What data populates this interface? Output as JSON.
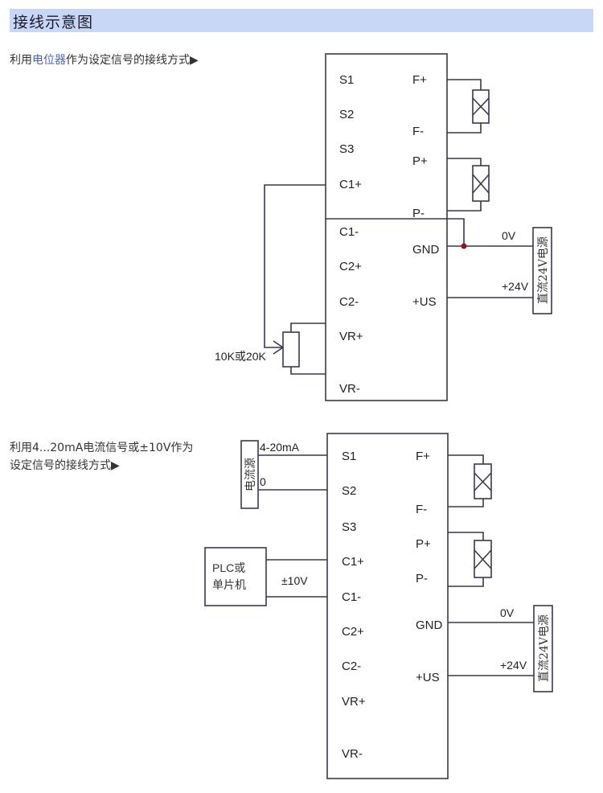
{
  "header": {
    "title": "接线示意图"
  },
  "colors": {
    "header_bg": "#c9d7f6",
    "accent_text": "#4a63b8",
    "junction": "#8b1a1a",
    "wire": "#3a3a4a"
  },
  "diagram1": {
    "description_prefix": "利用",
    "description_highlight": "电位器",
    "description_suffix": "作为设定信号的接线方式▶",
    "left_terminals": [
      "S1",
      "S2",
      "S3",
      "C1+",
      "C1-",
      "C2+",
      "C2-",
      "VR+",
      "VR-"
    ],
    "right_terminals": [
      "F+",
      "F-",
      "P+",
      "P-",
      "GND",
      "+US"
    ],
    "power_supply_label": "直流24V电源",
    "gnd_wire_label": "0V",
    "us_wire_label": "+24V",
    "potentiometer_label": "10K或20K"
  },
  "diagram2": {
    "description_line1": "利用4...20mA电流信号或±10V作为",
    "description_line2": "设定信号的接线方式▶",
    "left_terminals": [
      "S1",
      "S2",
      "S3",
      "C1+",
      "C1-",
      "C2+",
      "C2-",
      "VR+",
      "VR-"
    ],
    "right_terminals": [
      "F+",
      "F-",
      "P+",
      "P-",
      "GND",
      "+US"
    ],
    "current_source_label": "电流源",
    "s1_wire_label": "4-20mA",
    "s2_wire_label": "0",
    "plc_label_line1": "PLC或",
    "plc_label_line2": "单片机",
    "plc_wire_label": "±10V",
    "power_supply_label": "直流24V电源",
    "gnd_wire_label": "0V",
    "us_wire_label": "+24V"
  }
}
